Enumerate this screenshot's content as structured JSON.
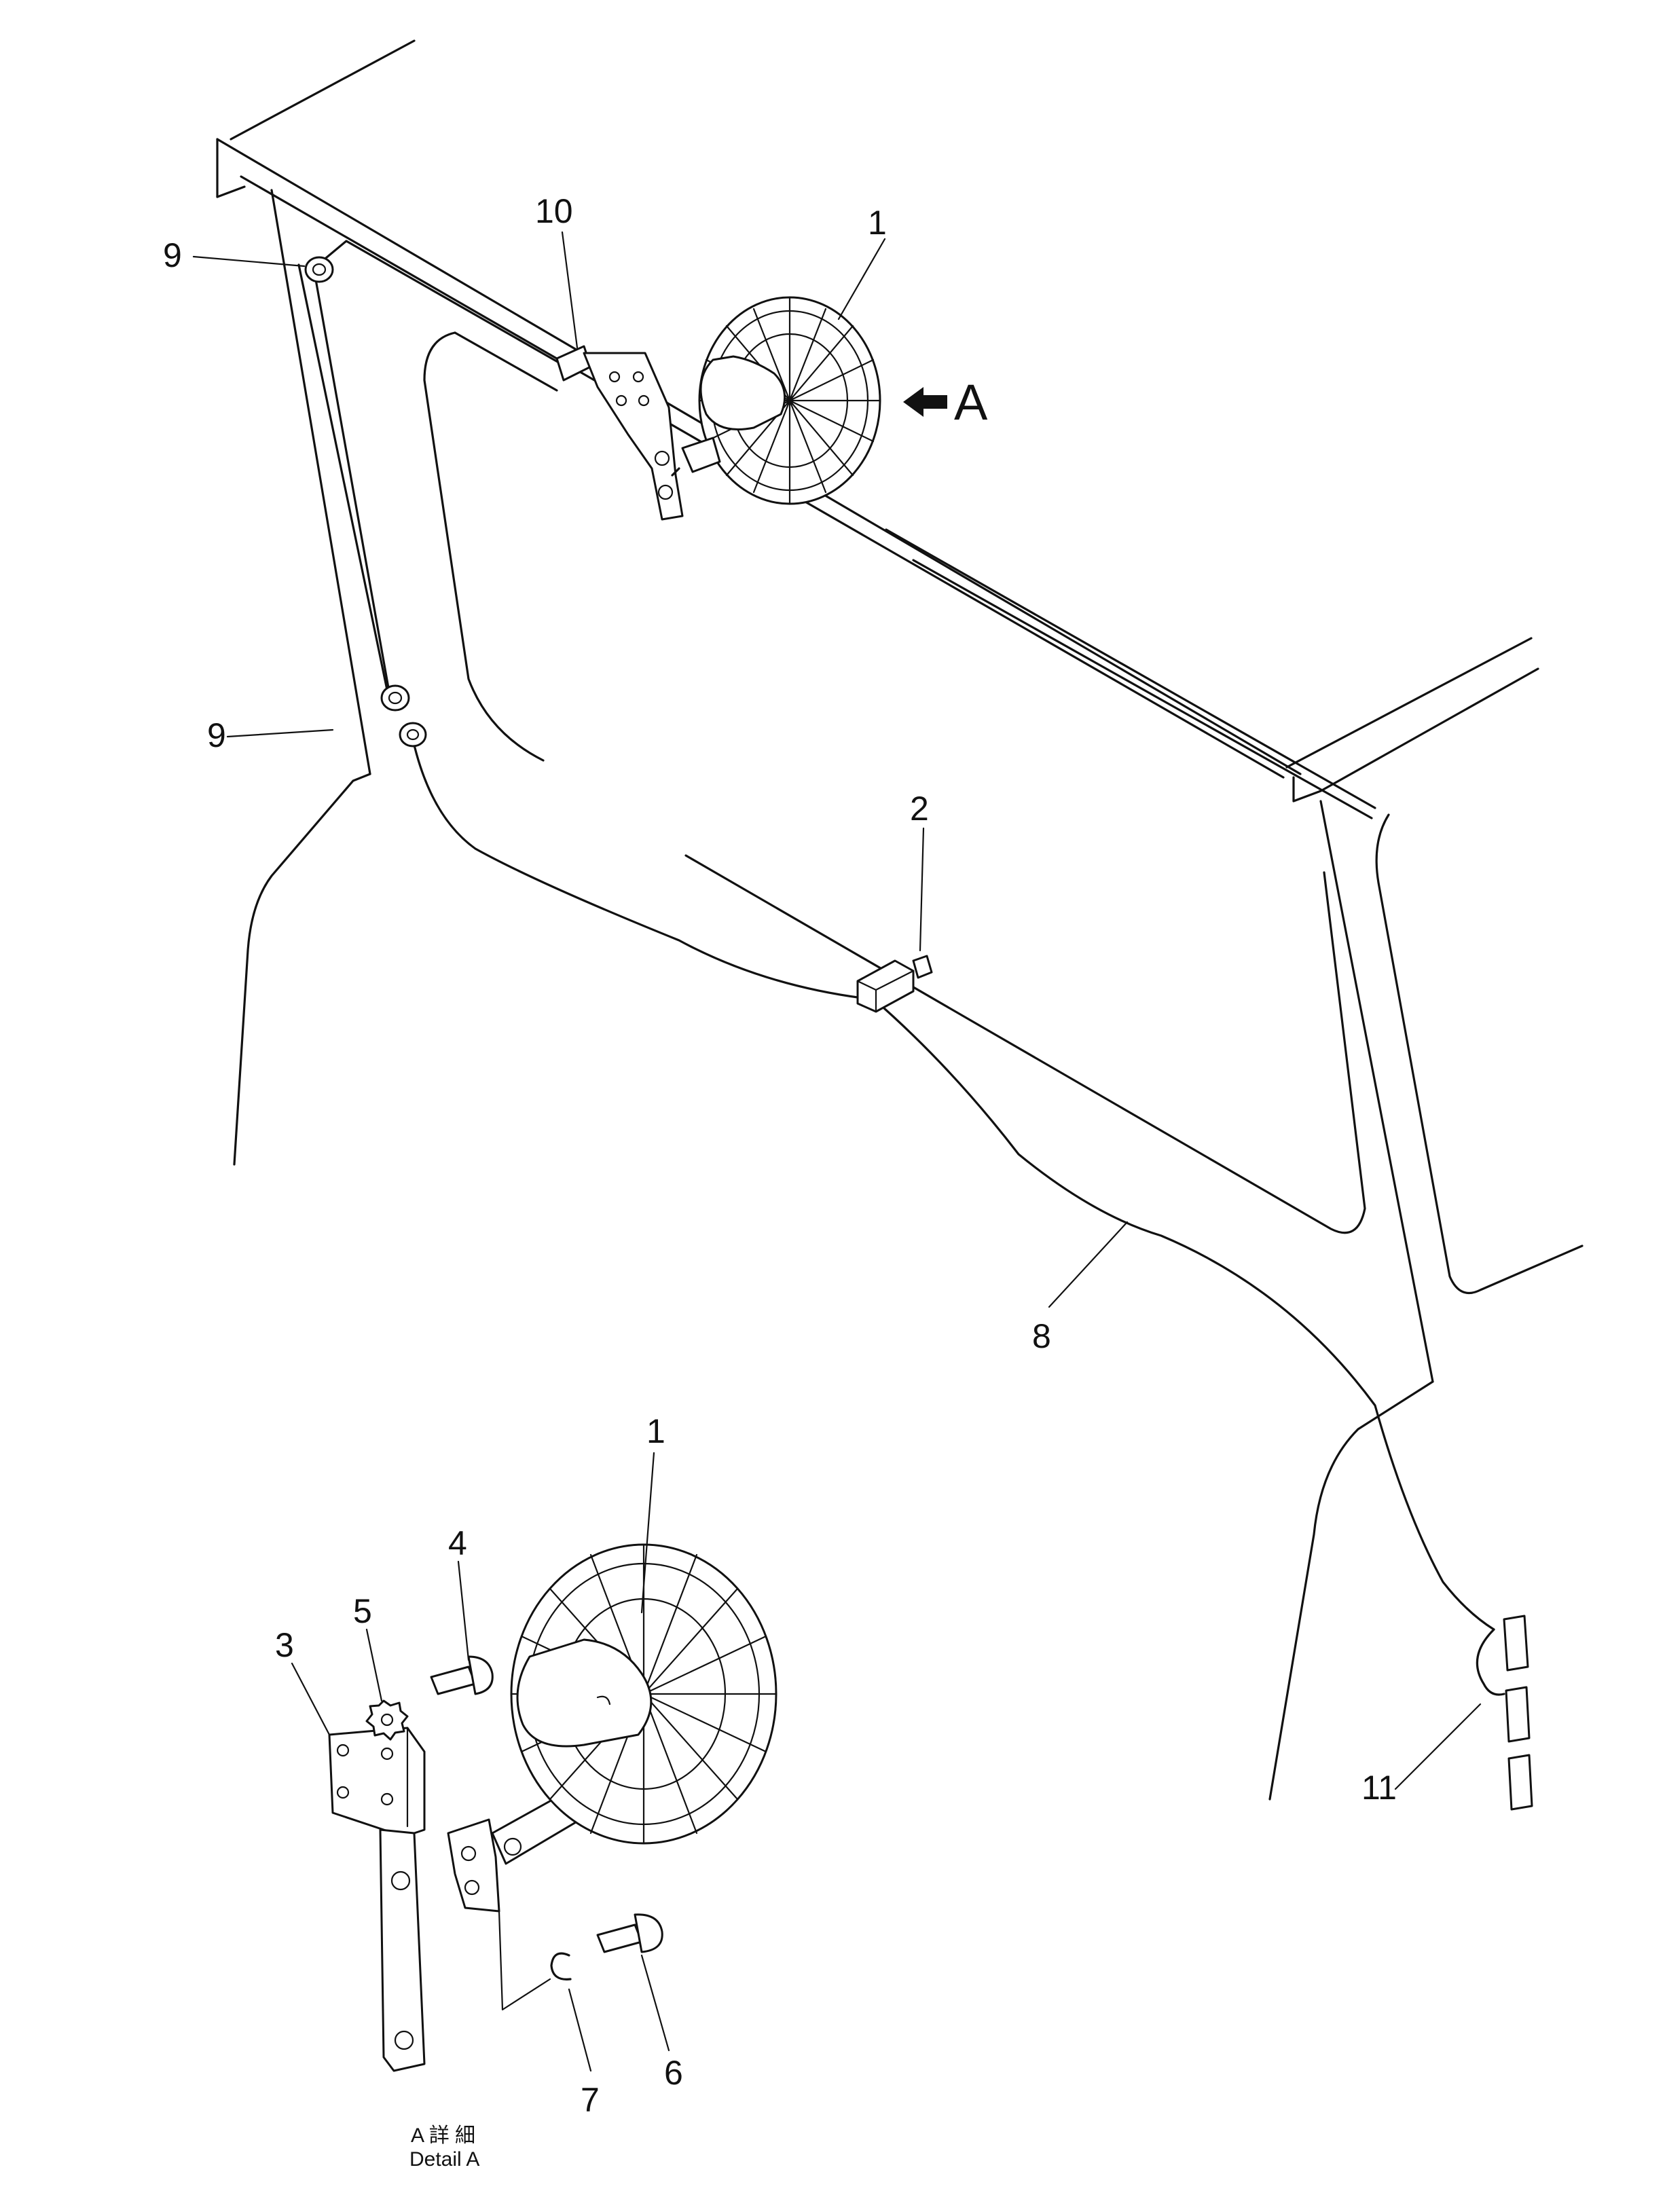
{
  "callouts": {
    "c1_top": "1",
    "c10": "10",
    "c9_top": "9",
    "c9_mid": "9",
    "c2": "2",
    "c8": "8",
    "c11": "11",
    "c1_detail": "1",
    "c3": "3",
    "c4": "4",
    "c5": "5",
    "c6": "6",
    "c7": "7"
  },
  "view_arrow_label": "A",
  "detail_caption": {
    "japanese": "A 詳 細",
    "english": "Detail A"
  }
}
